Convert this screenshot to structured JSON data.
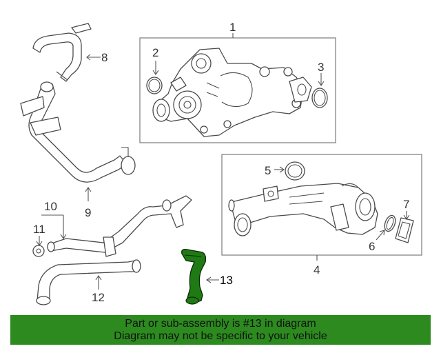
{
  "colors": {
    "highlight_part": "#1f7a14",
    "banner_background": "#2c8a1f",
    "line": "#4a4a4a"
  },
  "callouts": {
    "c1": "1",
    "c2": "2",
    "c3": "3",
    "c4": "4",
    "c5": "5",
    "c6": "6",
    "c7": "7",
    "c8": "8",
    "c9": "9",
    "c10": "10",
    "c11": "11",
    "c12": "12",
    "c13": "13"
  },
  "banner": {
    "line1": "Part or sub-assembly is #13 in diagram",
    "line2": "Diagram may not be specific to your vehicle"
  }
}
